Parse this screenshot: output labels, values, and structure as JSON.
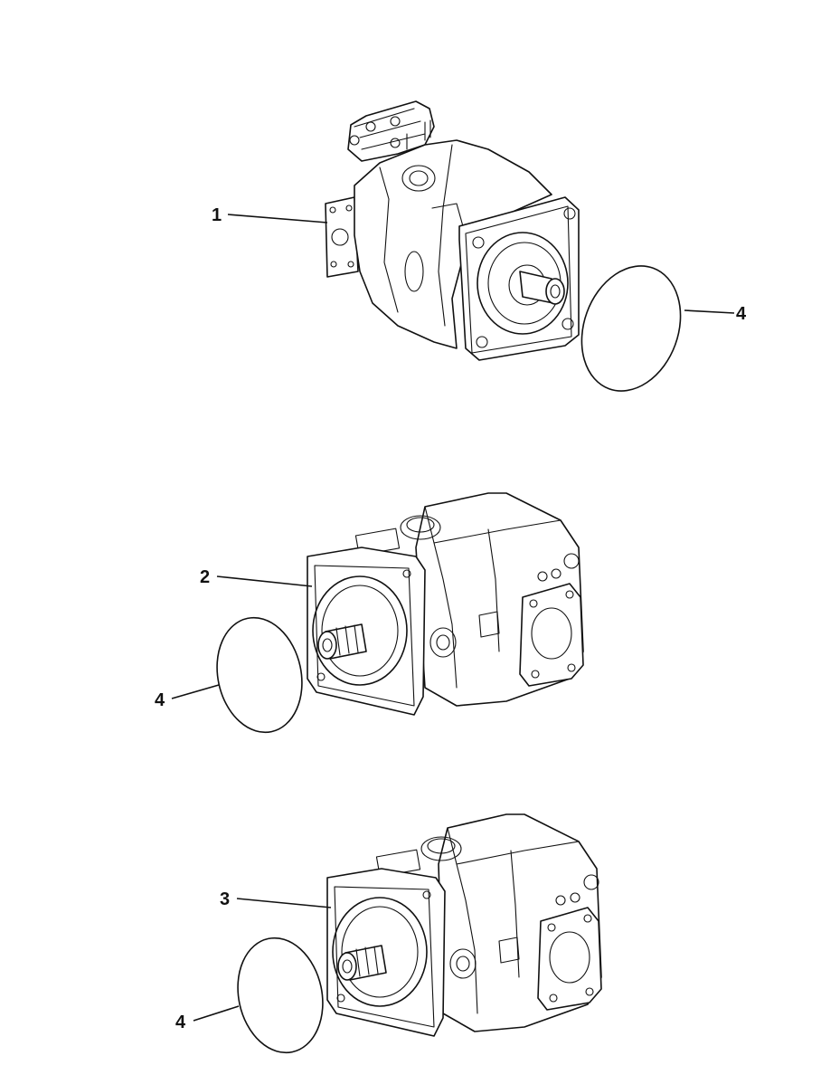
{
  "callouts": {
    "pump_1": "1",
    "pump_2": "2",
    "pump_3": "3",
    "cover_a": "4",
    "cover_b": "4",
    "cover_c": "4"
  },
  "colors": {
    "line": "#111111",
    "background": "#ffffff"
  }
}
